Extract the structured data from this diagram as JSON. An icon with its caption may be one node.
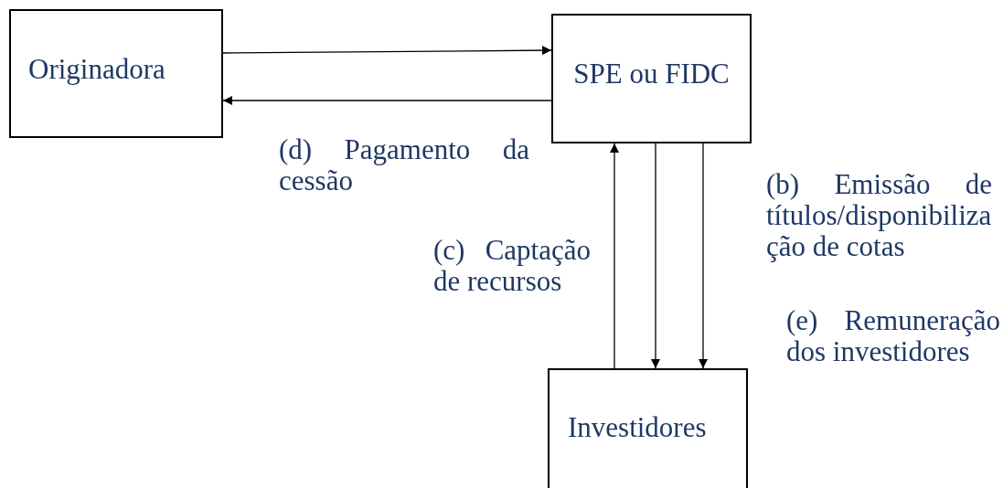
{
  "diagram": {
    "nodes": [
      {
        "text": [
          "Originadora"
        ]
      },
      {
        "text": [
          "SPE ou FIDC"
        ]
      },
      {
        "text": [
          "Investidores"
        ]
      }
    ],
    "edges": [
      {
        "from": 0,
        "to": 1,
        "arrow": "to"
      },
      {
        "from": 1,
        "to": 0,
        "arrow": "to",
        "label": "(d) Pagamento da cessão"
      },
      {
        "from": 2,
        "to": 1,
        "arrow": "to",
        "label": "(c) Captação de recursos"
      },
      {
        "from": 1,
        "to": 2,
        "arrow": "to",
        "label": "(b) Emissão de títulos/disponibilização de cotas"
      },
      {
        "from": 1,
        "to": 2,
        "arrow": "to",
        "label": "(e) Remuneração dos investidores"
      }
    ]
  }
}
